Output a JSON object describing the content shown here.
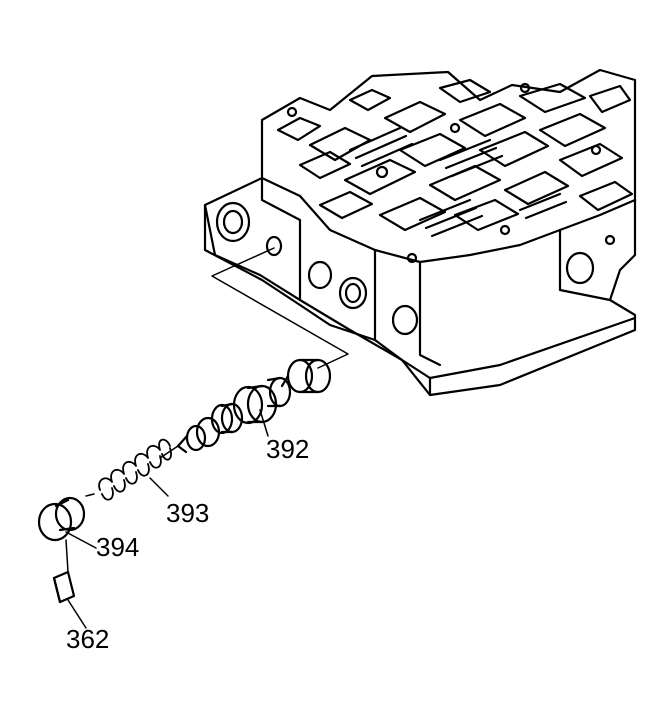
{
  "callouts": {
    "valve_body": "",
    "spool_valve": "392",
    "spring": "393",
    "bore_plug": "394",
    "retainer_clip": "362"
  },
  "colors": {
    "line": "#000000",
    "background": "#ffffff"
  }
}
